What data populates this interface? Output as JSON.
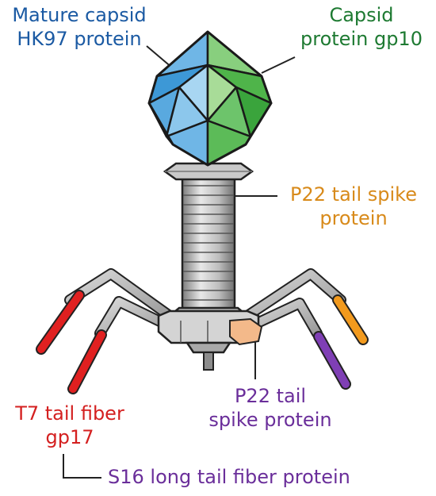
{
  "labels": {
    "mature_capsid": {
      "line1": "Mature capsid",
      "line2": "HK97 protein"
    },
    "capsid_gp10": {
      "line1": "Capsid",
      "line2": "protein gp10"
    },
    "p22_tail_spike_top": {
      "line1": "P22 tail spike",
      "line2": "protein"
    },
    "p22_tail_spike_bottom": {
      "line1": "P22 tail",
      "line2": "spike protein"
    },
    "t7_tail_fiber": {
      "line1": "T7 tail fiber",
      "line2": "gp17"
    },
    "s16_long_tail_fiber": {
      "line1": "S16 long tail fiber protein"
    }
  },
  "colors": {
    "blue": "#1b5aa3",
    "green": "#1e7a32",
    "orange": "#d88a1a",
    "purple": "#6a2e9a",
    "red": "#d42020",
    "dark": "#1a1a1a"
  }
}
